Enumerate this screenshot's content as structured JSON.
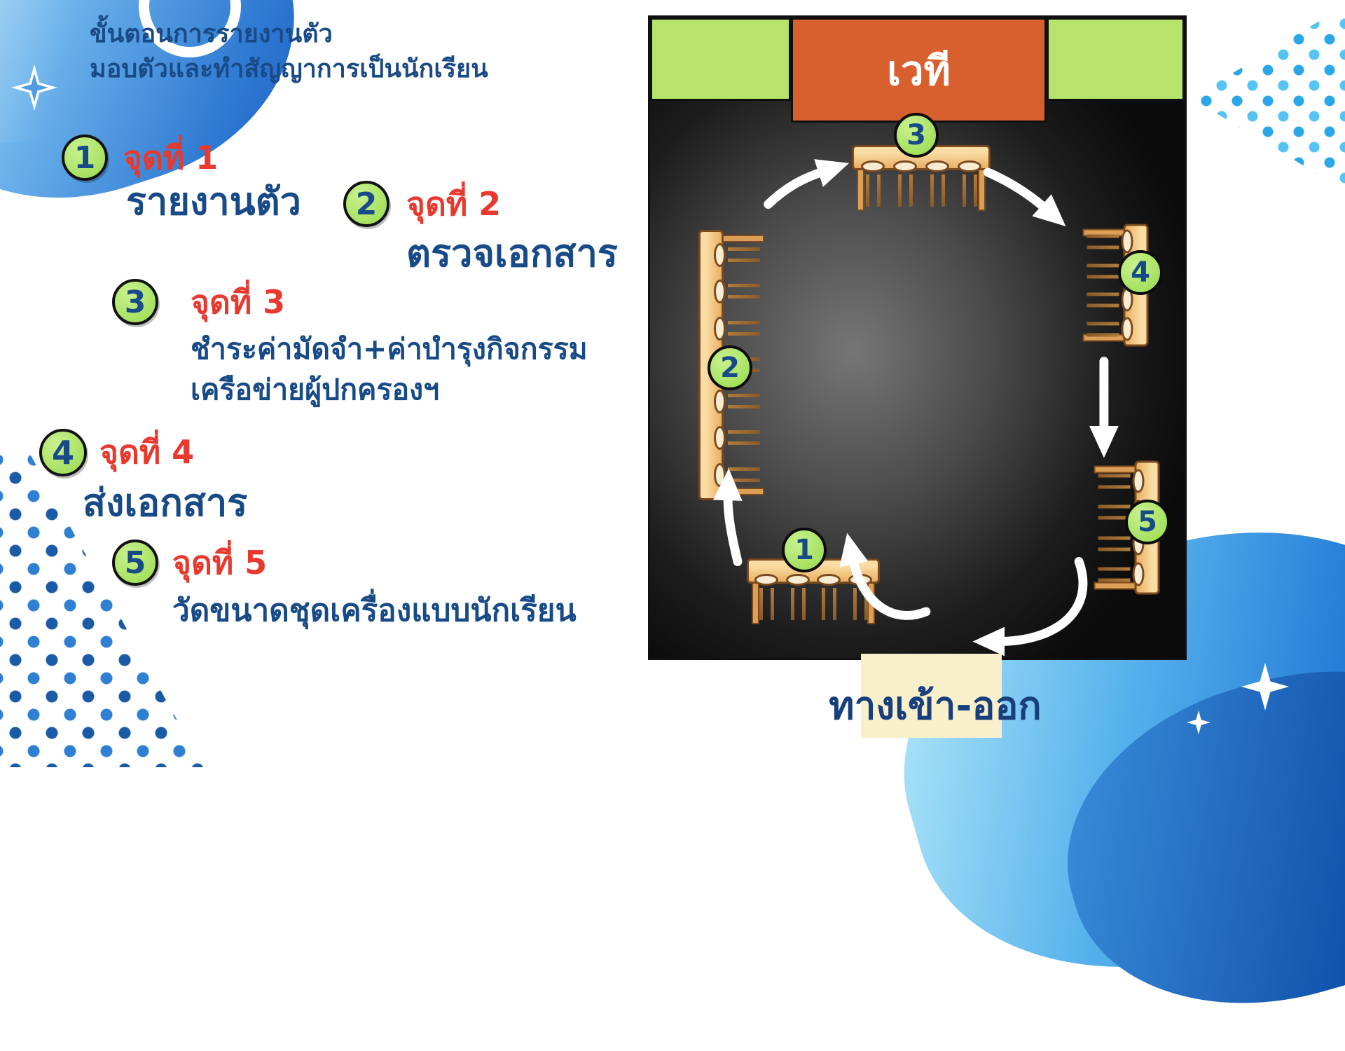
{
  "title": {
    "line1": "ขั้นตอนการรายงานตัว",
    "line2": "มอบตัวและทำสัญญาการเป็นนักเรียน"
  },
  "steps": [
    {
      "num": "1",
      "point": "จุดที่ 1",
      "desc": [
        "รายงานตัว"
      ]
    },
    {
      "num": "2",
      "point": "จุดที่ 2",
      "desc": [
        "ตรวจเอกสาร"
      ]
    },
    {
      "num": "3",
      "point": "จุดที่ 3",
      "desc": [
        "ชำระค่ามัดจำ+ค่าบำรุงกิจกรรม",
        "เครือข่ายผู้ปกครองฯ"
      ]
    },
    {
      "num": "4",
      "point": "จุดที่ 4",
      "desc": [
        "ส่งเอกสาร"
      ]
    },
    {
      "num": "5",
      "point": "จุดที่ 5",
      "desc": [
        "วัดขนาดชุดเครื่องแบบนักเรียน"
      ]
    }
  ],
  "room": {
    "stage_label": "เวที",
    "entrance_label": "ทางเข้า-ออก",
    "markers": [
      "1",
      "2",
      "3",
      "4",
      "5"
    ]
  },
  "icons": {
    "sparkle": "four-point-star",
    "dots": "dot-grid-pattern"
  },
  "colors": {
    "step_red": "#e8392f",
    "text_blue": "#174a86",
    "badge_green": "#9adb4e",
    "stage_orange": "#d85f2e",
    "side_green": "#b7e56b",
    "entrance_cream": "#f9efcb",
    "wood": "#eaaf63",
    "accent_blue": "#2e79d2",
    "room_dark": "#1d1d1d"
  }
}
